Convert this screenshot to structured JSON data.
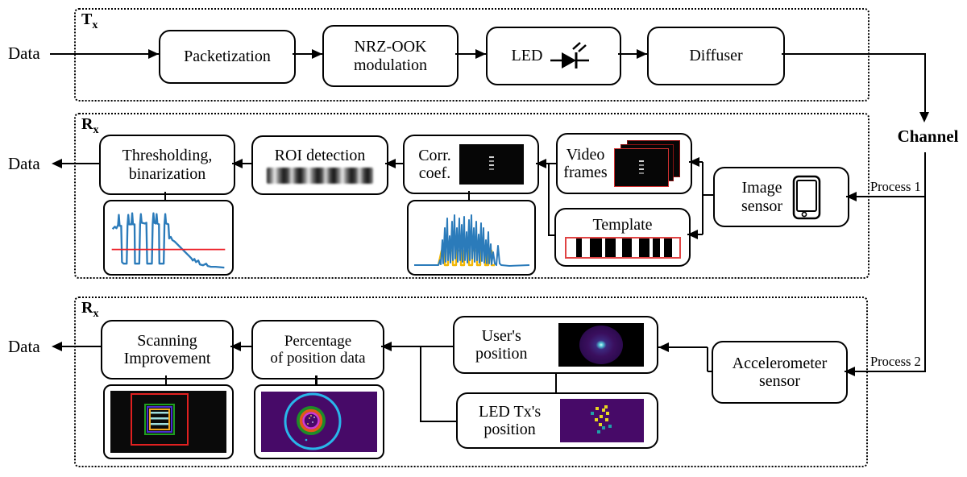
{
  "sections": {
    "tx": {
      "main": "T",
      "sub": "x"
    },
    "rx1": {
      "main": "R",
      "sub": "x"
    },
    "rx2": {
      "main": "R",
      "sub": "x"
    }
  },
  "labels": {
    "data_tx_in": "Data",
    "data_rx1_out": "Data",
    "data_rx2_out": "Data",
    "channel": "Channel",
    "process1": "Process 1",
    "process2": "Process 2"
  },
  "tx": {
    "packetization": "Packetization",
    "nrz_line1": "NRZ-OOK",
    "nrz_line2": "modulation",
    "led": "LED",
    "diffuser": "Diffuser"
  },
  "rx1": {
    "thresholding_line1": "Thresholding,",
    "thresholding_line2": "binarization",
    "roi": "ROI detection",
    "corr_line1": "Corr.",
    "corr_line2": "coef.",
    "video_line1": "Video",
    "video_line2": "frames",
    "template": "Template",
    "sensor_line1": "Image",
    "sensor_line2": "sensor",
    "template_pattern": [
      [
        9,
        0
      ],
      [
        5,
        1
      ],
      [
        7,
        0
      ],
      [
        11,
        1
      ],
      [
        3,
        0
      ],
      [
        9,
        1
      ],
      [
        6,
        0
      ],
      [
        8,
        1
      ],
      [
        7,
        0
      ],
      [
        9,
        1
      ],
      [
        3,
        0
      ],
      [
        6,
        1
      ],
      [
        4,
        0
      ],
      [
        7,
        1
      ],
      [
        6,
        0
      ]
    ],
    "threshold_plot": {
      "signal_color": "#2b7bba",
      "threshold_line_color": "#ed1c24"
    },
    "corr_plot": {
      "signal_color": "#2b7bba",
      "template_overlay_color": "#f2b705"
    }
  },
  "rx2": {
    "scanning_line1": "Scanning",
    "scanning_line2": "Improvement",
    "percentage_line1": "Percentage",
    "percentage_line2": "of position data",
    "users_line1": "User's",
    "users_line2": "position",
    "ledtx_line1": "LED Tx's",
    "ledtx_line2": "position",
    "accel_line1": "Accelerometer",
    "accel_line2": "sensor",
    "scan_rect_colors": [
      "#e02020",
      "#1fa01f",
      "#4b2fd0",
      "#f0a81f"
    ],
    "position_map": {
      "background": "#470a68",
      "ring_colors": [
        "#29b6ea",
        "#1e8c28",
        "#e05818",
        "#cf3ad2"
      ]
    },
    "user_map": {
      "background": "#000000",
      "blob_color": "#3a0f5e",
      "center_glow": "#7fe0e8"
    },
    "led_map": {
      "background": "#470a68",
      "dot_colors": [
        "#e8d820",
        "#1fa0a8"
      ],
      "dots": [
        [
          44,
          10,
          0
        ],
        [
          52,
          12,
          0
        ],
        [
          57,
          16,
          0
        ],
        [
          49,
          20,
          0
        ],
        [
          43,
          24,
          0
        ],
        [
          56,
          24,
          0
        ],
        [
          48,
          30,
          0
        ],
        [
          55,
          8,
          0
        ],
        [
          38,
          16,
          1
        ],
        [
          52,
          34,
          1
        ],
        [
          60,
          32,
          1
        ],
        [
          46,
          39,
          1
        ]
      ]
    }
  }
}
